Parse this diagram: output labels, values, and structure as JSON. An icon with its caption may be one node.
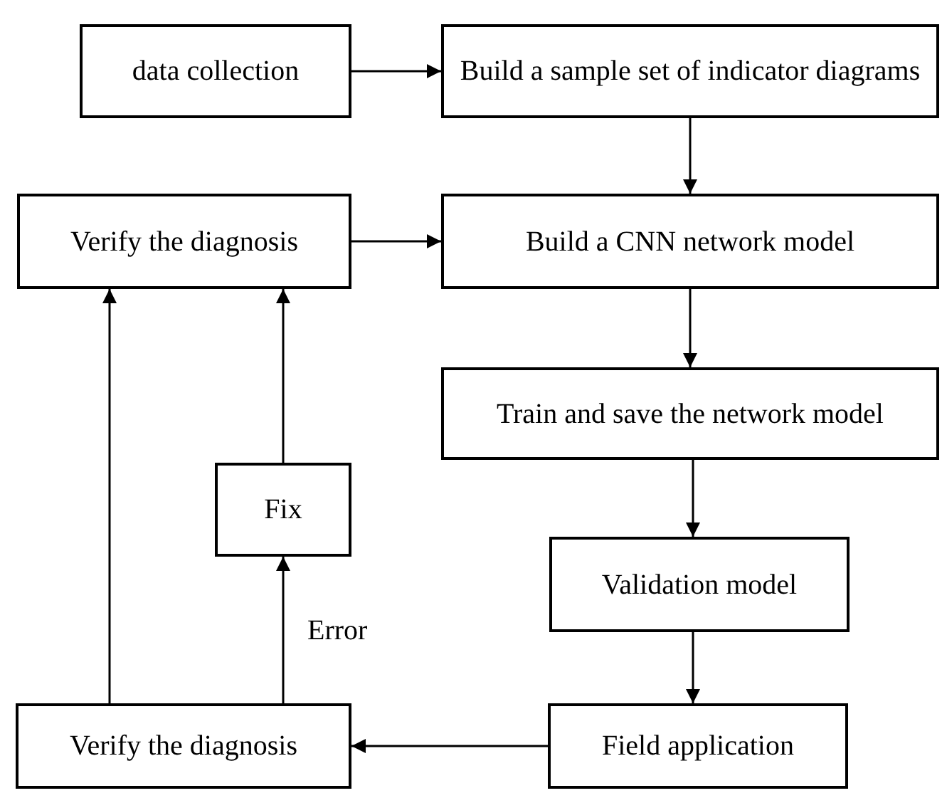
{
  "diagram": {
    "nodes": [
      {
        "text": [
          "data collection"
        ]
      },
      {
        "text": [
          "Build a sample set of indicator diagrams"
        ]
      },
      {
        "text": [
          "Verify the diagnosis"
        ]
      },
      {
        "text": [
          "Build a CNN network model"
        ]
      },
      {
        "text": [
          "Train and save the network model"
        ]
      },
      {
        "text": [
          "Fix"
        ]
      },
      {
        "text": [
          "Validation model"
        ]
      },
      {
        "text": [
          "Field application"
        ]
      },
      {
        "text": [
          "Verify the diagnosis"
        ]
      }
    ],
    "edges": [
      {
        "from": 0,
        "to": 1,
        "arrow": "to"
      },
      {
        "from": 1,
        "to": 3,
        "arrow": "to"
      },
      {
        "from": 2,
        "to": 3,
        "arrow": "to"
      },
      {
        "from": 3,
        "to": 4,
        "arrow": "to"
      },
      {
        "from": 4,
        "to": 6,
        "arrow": "to"
      },
      {
        "from": 6,
        "to": 7,
        "arrow": "to"
      },
      {
        "from": 7,
        "to": 8,
        "arrow": "to"
      },
      {
        "from": 8,
        "to": 5,
        "arrow": "to",
        "label": "Error"
      },
      {
        "from": 5,
        "to": 2,
        "arrow": "to"
      },
      {
        "from": 8,
        "to": 2,
        "arrow": "to"
      }
    ]
  }
}
